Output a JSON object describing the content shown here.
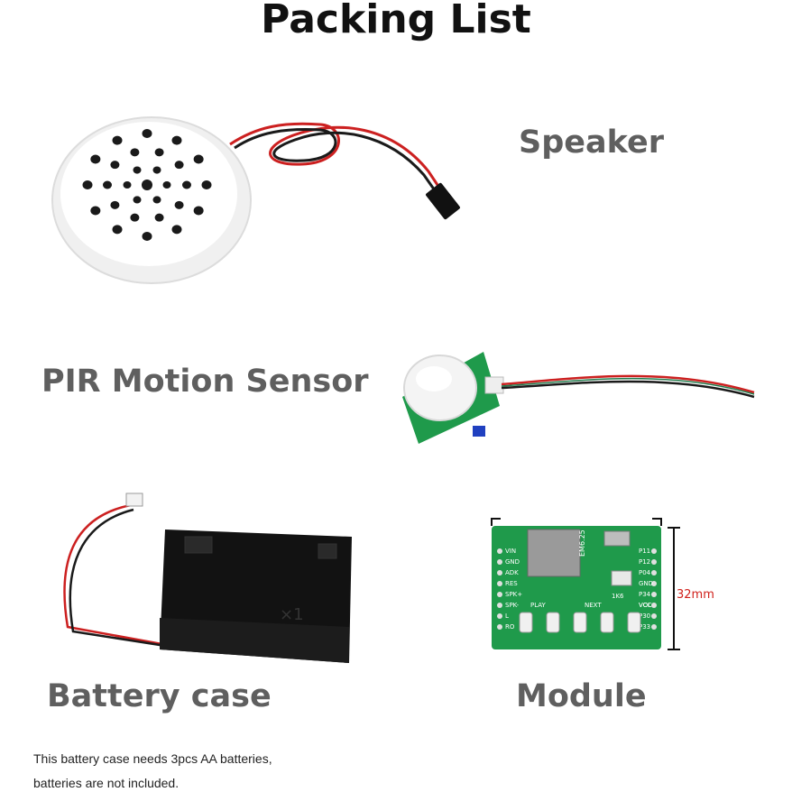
{
  "title": "Packing List",
  "items": {
    "speaker": {
      "label": "Speaker",
      "icon": "speaker-icon"
    },
    "pir": {
      "label": "PIR Motion Sensor",
      "icon": "pir-sensor-icon"
    },
    "battery": {
      "label": "Battery case",
      "icon": "battery-case-icon"
    },
    "module": {
      "label": "Module",
      "icon": "sound-module-board-icon",
      "dimension": "32mm",
      "pins_left": [
        "VIN",
        "GND",
        "ADK",
        "RES",
        "SPK+",
        "SPK-",
        "L",
        "RO"
      ],
      "pins_right": [
        "P11",
        "P12",
        "P04",
        "GND",
        "P34",
        "VCC",
        "P30",
        "P33"
      ],
      "buttons": [
        "PLAY",
        "NEXT",
        "VOL"
      ],
      "board_text": [
        "EM6.25",
        "1K6"
      ]
    }
  },
  "note": {
    "line1": "This battery case needs 3pcs AA batteries,",
    "line2": "batteries are not included."
  },
  "colors": {
    "board_green": "#1f9a4b",
    "wire_red": "#cc2020",
    "wire_black": "#1a1a1a",
    "label_gray": "#5f5f5f",
    "dimension_red": "#d0201a"
  }
}
